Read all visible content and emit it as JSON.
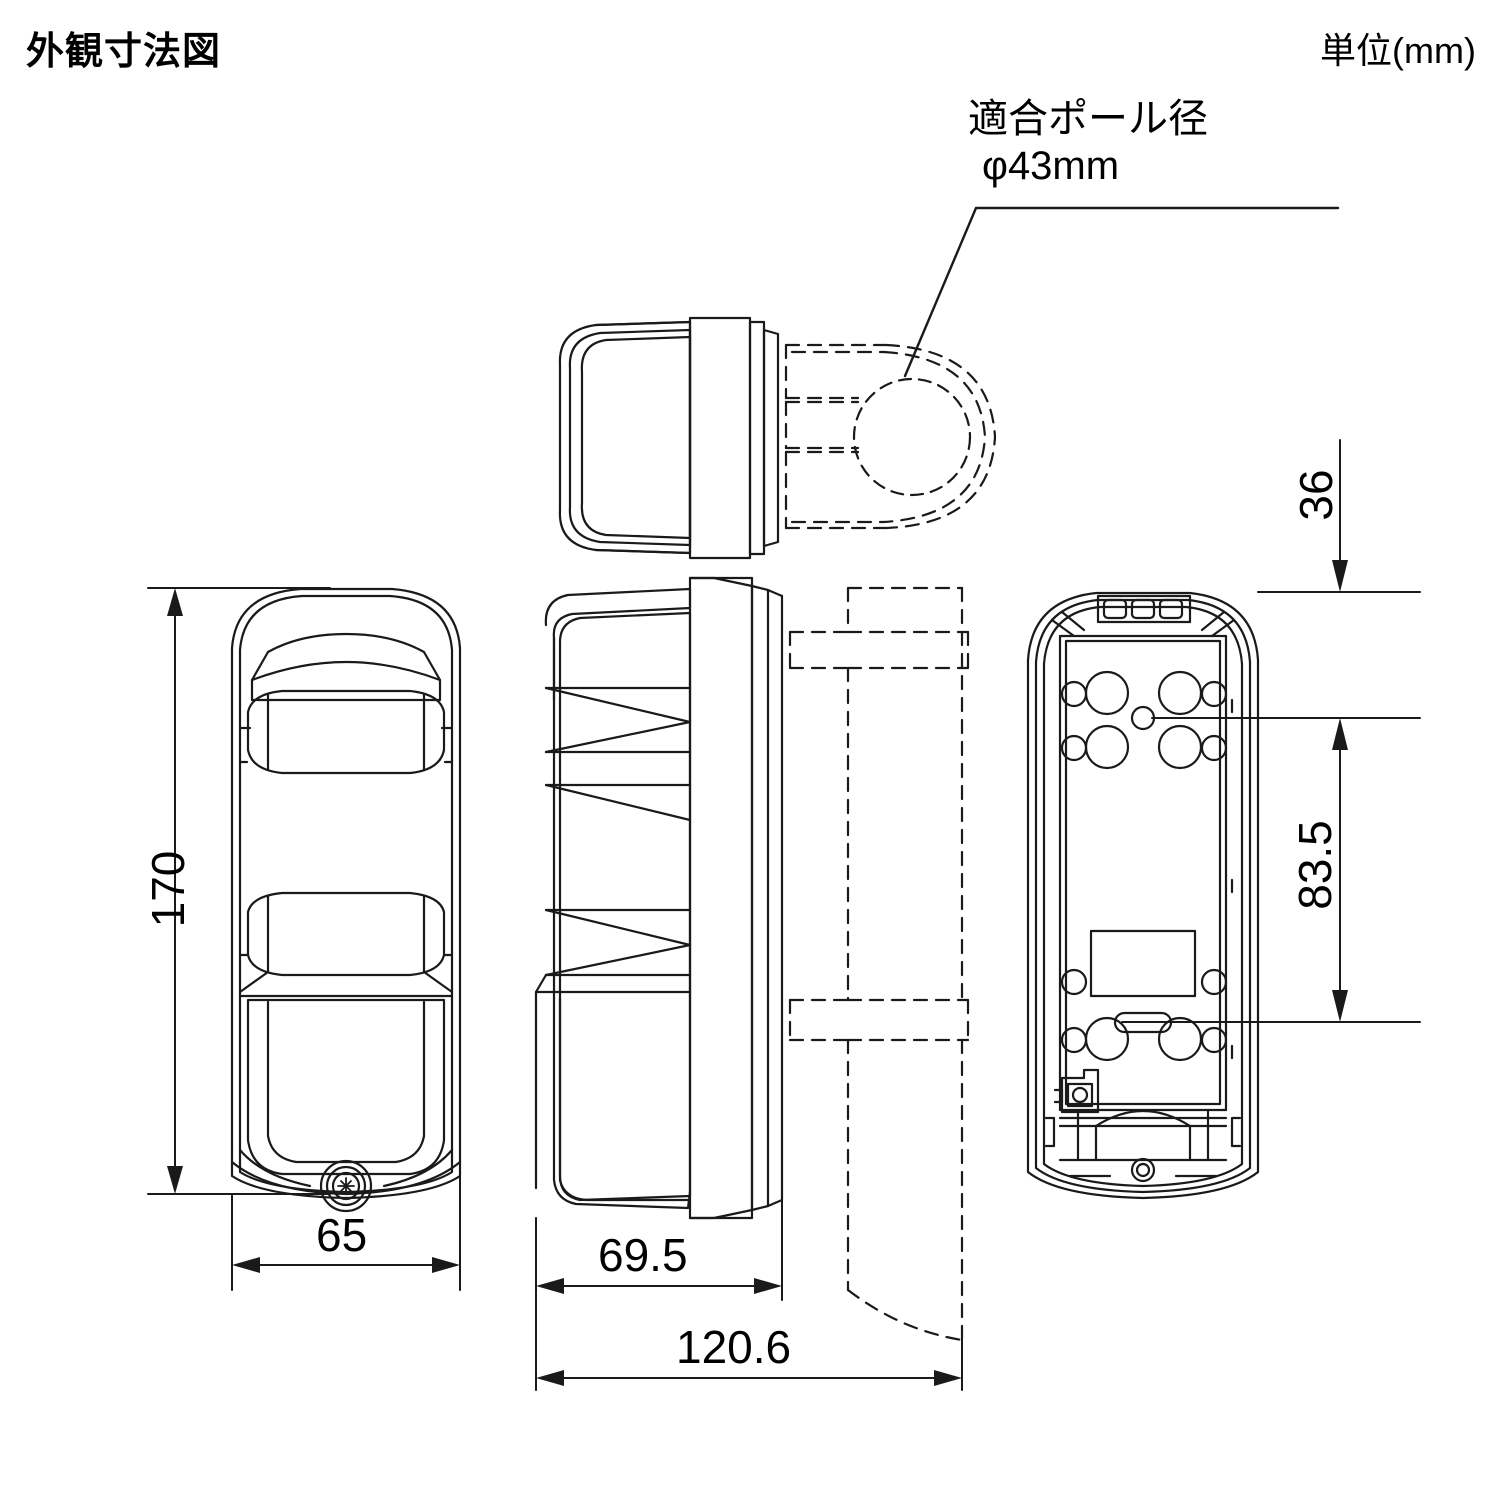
{
  "header": {
    "title": "外観寸法図",
    "unit": "単位(mm)"
  },
  "annotations": {
    "pole_label_line1": "適合ポール径",
    "pole_label_line2": "φ43mm"
  },
  "dimensions": {
    "front_height": "170",
    "front_width": "65",
    "side_depth": "69.5",
    "total_depth": "120.6",
    "rear_top_offset": "36",
    "rear_hole_spacing": "83.5"
  },
  "views": {
    "top": "top-view",
    "front": "front-view",
    "side": "side-view",
    "rear": "rear-view"
  },
  "colors": {
    "line": "#1a1a1a",
    "background": "#ffffff"
  }
}
